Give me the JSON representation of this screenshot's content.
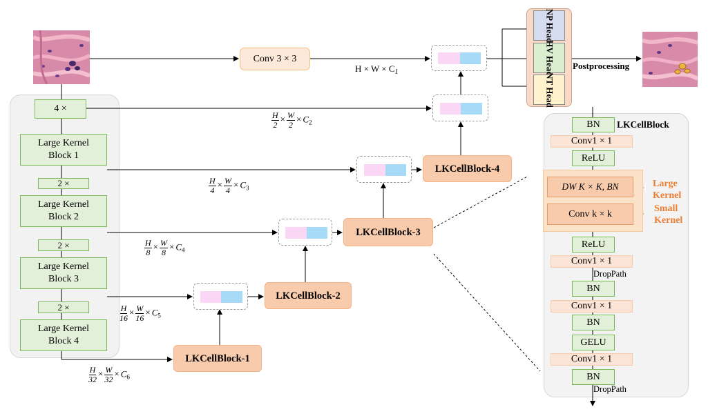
{
  "encoder": {
    "stem_label": "4 ×",
    "block1": "Large Kernel Block  1",
    "down2": "2 ×",
    "block2": "Large Kernel Block  2",
    "down3": "2 ×",
    "block3": "Large Kernel Block  3",
    "down4": "2 ×",
    "block4": "Large Kernel Block  4"
  },
  "conv3": "Conv 3 × 3",
  "decoder": {
    "lk1": "LKCellBlock-1",
    "lk2": "LKCellBlock-2",
    "lk3": "LKCellBlock-3",
    "lk4": "LKCellBlock-4"
  },
  "dims": {
    "d0": "H × W × C",
    "d0_sub": "1",
    "d1_num_h": "H",
    "d1_den_h": "2",
    "d1_num_w": "W",
    "d1_den_w": "2",
    "d1_c": "C",
    "d1_sub": "2",
    "d2_num_h": "H",
    "d2_den_h": "4",
    "d2_num_w": "W",
    "d2_den_w": "4",
    "d2_c": "C",
    "d2_sub": "3",
    "d3_num_h": "H",
    "d3_den_h": "8",
    "d3_num_w": "W",
    "d3_den_w": "8",
    "d3_c": "C",
    "d3_sub": "4",
    "d4_num_h": "H",
    "d4_den_h": "16",
    "d4_num_w": "W",
    "d4_den_w": "16",
    "d4_c": "C",
    "d4_sub": "5",
    "d5_num_h": "H",
    "d5_den_h": "32",
    "d5_num_w": "W",
    "d5_den_w": "32",
    "d5_c": "C",
    "d5_sub": "6",
    "times": "×"
  },
  "heads": {
    "np": "NP Head",
    "hv": "HV Head",
    "nt": "NT Head",
    "np_color": "#d6dcf0",
    "hv_color": "#dbeed0",
    "nt_color": "#fff2cc"
  },
  "postprocessing": "Postprocessing",
  "detail": {
    "title": "LKCellBlock",
    "bn1": "BN",
    "conv1a": "Conv1 × 1",
    "relu1": "ReLU",
    "dw": "DW K × K, BN",
    "convk": "Conv k × k",
    "large_kernel": "Large Kernel",
    "small_kernel": "Small Kernel",
    "relu2": "ReLU",
    "conv1b": "Conv1 × 1",
    "droppath1": "DropPath",
    "bn2": "BN",
    "conv1c": "Conv1 × 1",
    "bn3": "BN",
    "gelu": "GELU",
    "conv1d": "Conv1 × 1",
    "bn4": "BN",
    "droppath2": "DropPath"
  },
  "colors": {
    "green_fill": "#e2efd9",
    "green_border": "#7ab85a",
    "lk_fill": "#f8cbad",
    "concat_pink": "#f9d7f5",
    "concat_blue": "#a7daf7",
    "accent_orange": "#ed7d31"
  }
}
